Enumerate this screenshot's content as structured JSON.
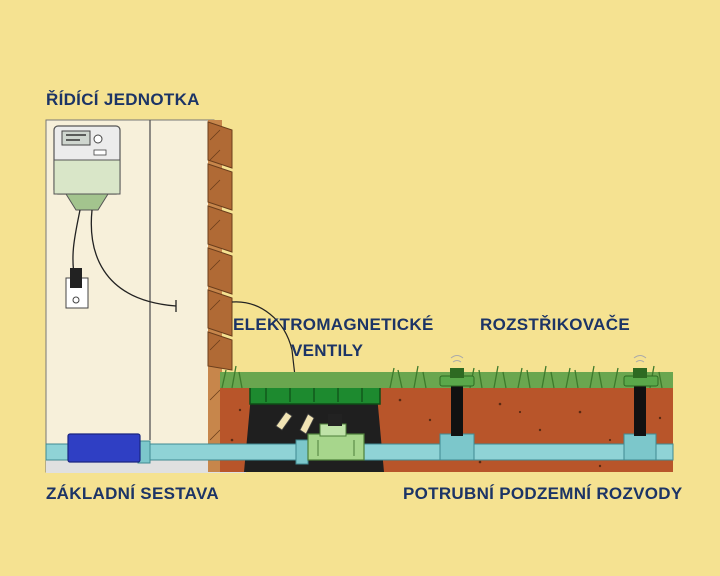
{
  "labels": {
    "controller": "ŘÍDÍCÍ JEDNOTKA",
    "valves_line1": "ELEKTROMAGNETICKÉ",
    "valves_line2": "VENTILY",
    "sprinklers": "ROZSTŘIKOVAČE",
    "base_set": "ZÁKLADNÍ SESTAVA",
    "piping": "POTRUBNÍ PODZEMNÍ ROZVODY"
  },
  "colors": {
    "background": "#f5e291",
    "label_text": "#1c3466",
    "wall": "#f7f0da",
    "soil": "#b8552a",
    "pipe": "#8fd3d6",
    "filter": "#2f3fc4",
    "valve_box": "#1d8a2f",
    "grass": "#4f8f3c"
  }
}
